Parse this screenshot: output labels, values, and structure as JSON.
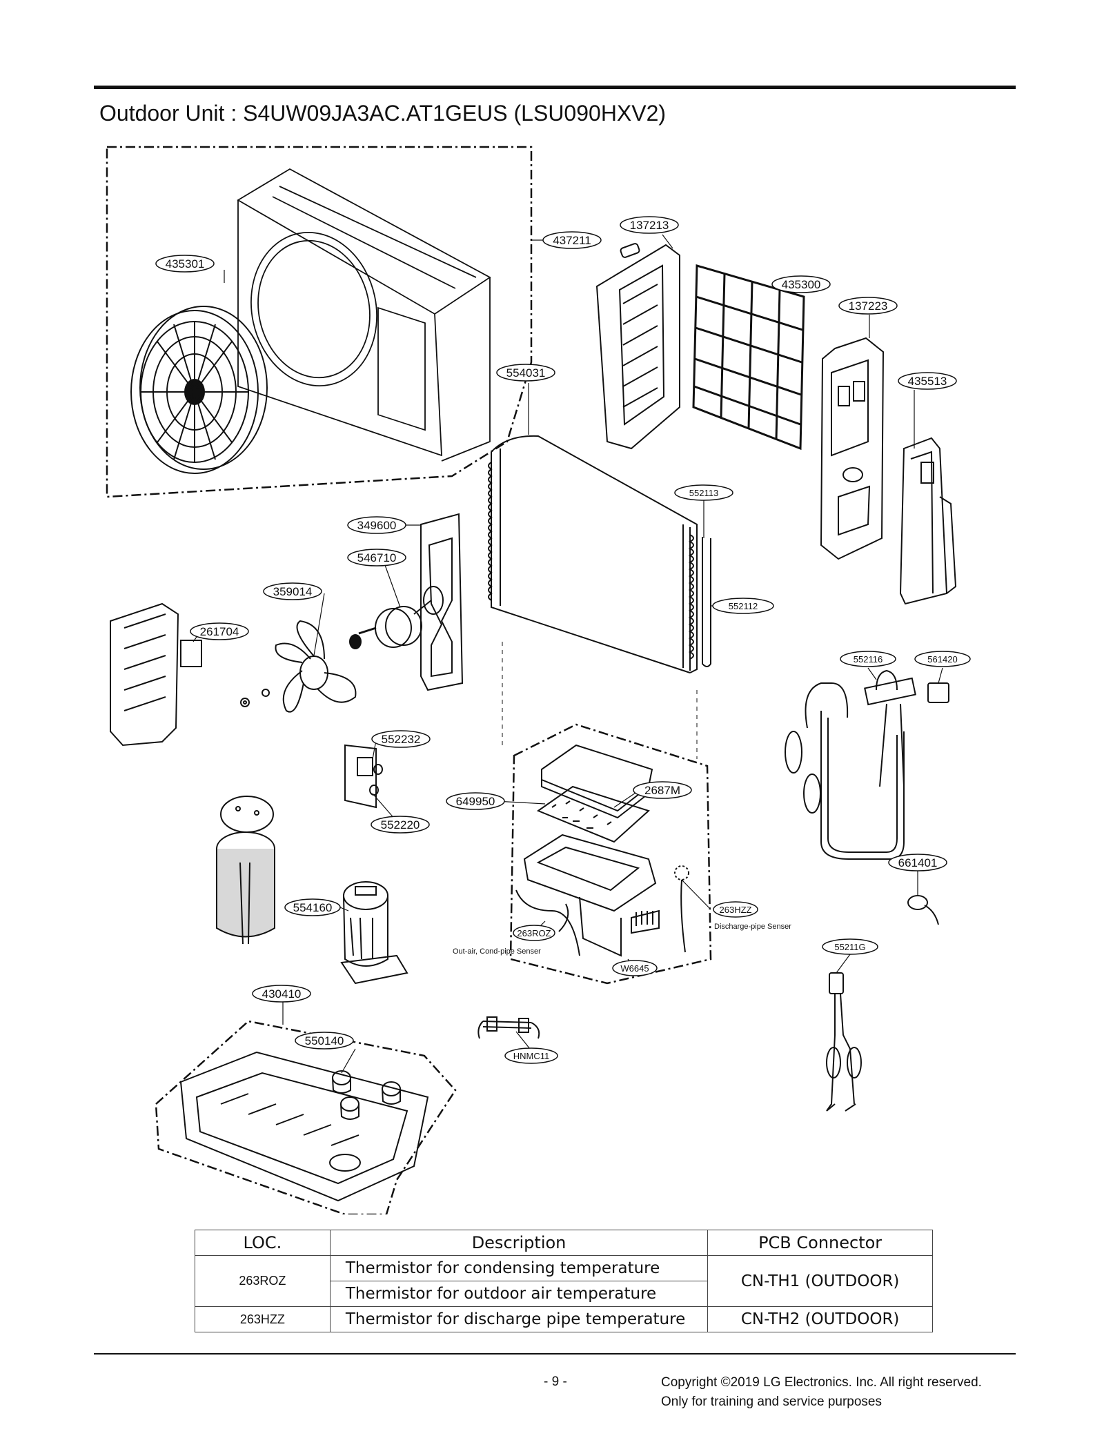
{
  "page": {
    "title": "Outdoor Unit : S4UW09JA3AC.AT1GEUS (LSU090HXV2)",
    "page_number": "- 9 -",
    "copyright_line1": "Copyright ©2019 LG Electronics. Inc. All right reserved.",
    "copyright_line2": "Only for training and service purposes"
  },
  "callouts": {
    "c435301": "435301",
    "c437211": "437211",
    "c137213": "137213",
    "c435300": "435300",
    "c137223": "137223",
    "c554031": "554031",
    "c435513": "435513",
    "c552113": "552113",
    "c349600": "349600",
    "c546710": "546710",
    "c359014": "359014",
    "c552112": "552112",
    "c261704": "261704",
    "c552116": "552116",
    "c561420": "561420",
    "c552232": "552232",
    "c649950": "649950",
    "c2687M": "2687M",
    "c552220": "552220",
    "c661401": "661401",
    "c554160": "554160",
    "c263HZZ": "263HZZ",
    "c263ROZ": "263ROZ",
    "c55211G": "55211G",
    "cW6645": "W6645",
    "c430410": "430410",
    "c550140": "550140",
    "cHNMC11": "HNMC11"
  },
  "notes": {
    "discharge_sensor": "Discharge-pipe Senser",
    "outair_sensor": "Out-air, Cond-pipe Senser"
  },
  "legend": {
    "headers": [
      "LOC.",
      "Description",
      "PCB Connector"
    ],
    "rows": [
      {
        "loc": "263ROZ",
        "description": "Thermistor for condensing temperature",
        "connector": "CN-TH1 (OUTDOOR)"
      },
      {
        "loc": "",
        "description": "Thermistor for outdoor air temperature",
        "connector": ""
      },
      {
        "loc": "263HZZ",
        "description": "Thermistor for discharge pipe temperature",
        "connector": "CN-TH2 (OUTDOOR)"
      }
    ]
  }
}
